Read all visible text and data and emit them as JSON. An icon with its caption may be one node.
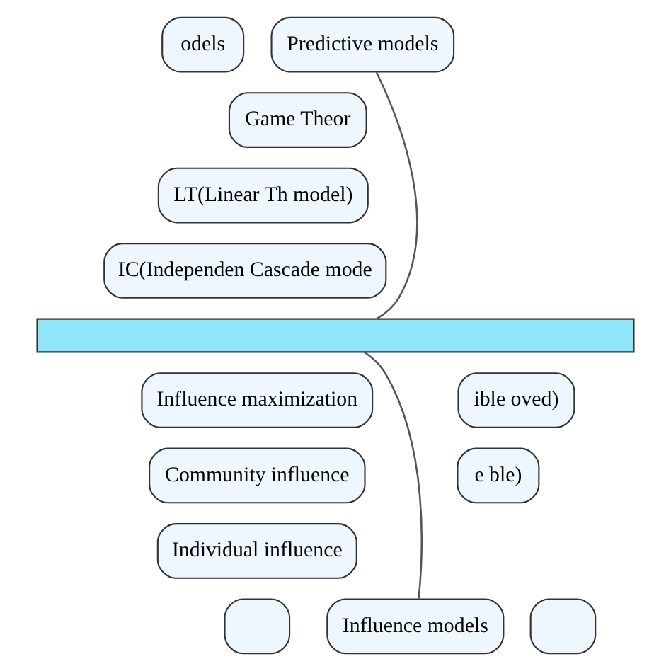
{
  "diagram": {
    "nodes": [
      {
        "text": [
          "odels"
        ]
      },
      {
        "text": [
          "Predictive models"
        ]
      },
      {
        "text": [
          "Game Theor"
        ]
      },
      {
        "text": [
          "LT(Linear Th model)"
        ]
      },
      {
        "text": [
          "IC(Independen Cascade mode"
        ]
      },
      {
        "text": [],
        "shape": "bar"
      },
      {
        "text": [
          "ible oved)"
        ]
      },
      {
        "text": [
          "e ble)"
        ]
      },
      {
        "text": [],
        "shape": "box"
      },
      {
        "text": [
          "Influence maximization"
        ]
      },
      {
        "text": [
          "Community influence"
        ]
      },
      {
        "text": [
          "Individual influence"
        ]
      },
      {
        "text": [
          "Influence models"
        ]
      },
      {
        "text": [],
        "shape": "box"
      }
    ],
    "edges": [
      {
        "from": 1,
        "to": 5,
        "arrow": "none"
      },
      {
        "from": 12,
        "to": 5,
        "arrow": "none"
      }
    ]
  }
}
